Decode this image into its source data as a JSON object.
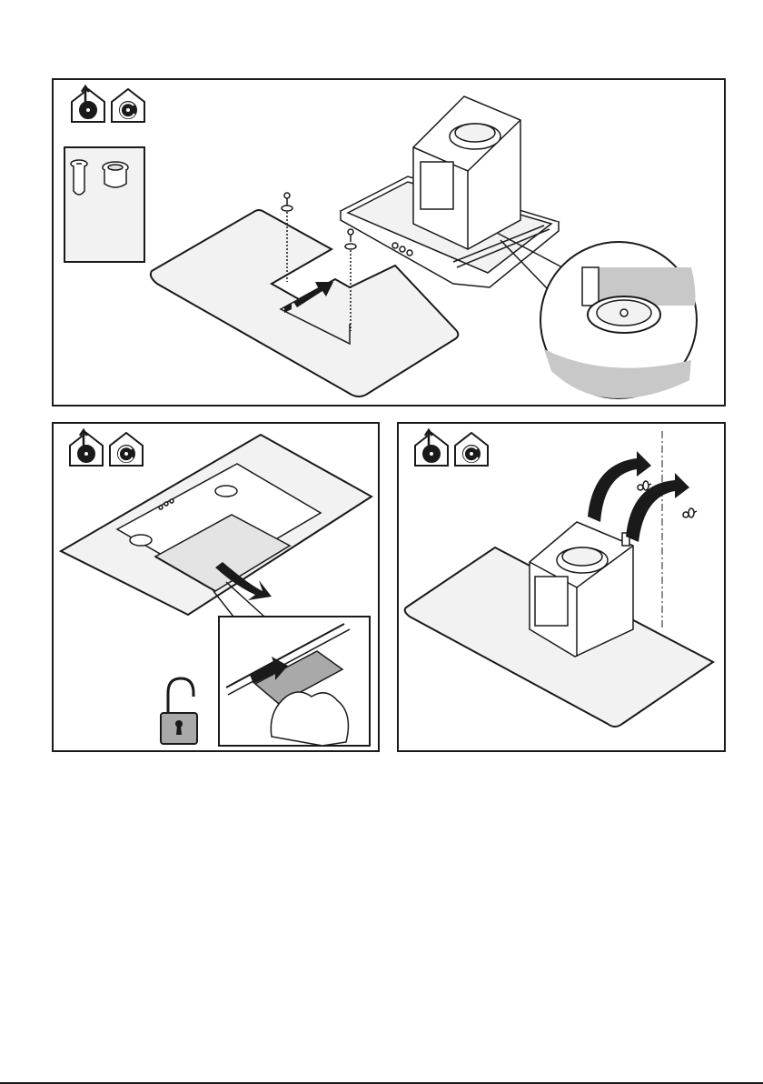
{
  "colors": {
    "line": "#1a1a1a",
    "panel_fill": "#f2f2f2",
    "shade": "#c8c8c8",
    "shade_light": "#e4e4e4",
    "lock_fill": "#a9a9a9",
    "white": "#ffffff"
  },
  "panels": [
    {
      "id": "step-1-mount-ceiling-panel",
      "icons": [
        "ducted-extraction-house-icon",
        "recirculation-house-icon"
      ],
      "parts_box_icons": [
        "screw-icon",
        "plastic-bushing-icon"
      ],
      "action_icons": [
        "push-arrow-icon",
        "zoom-detail-icon"
      ]
    },
    {
      "id": "step-2-remove-grease-filter",
      "icons": [
        "ducted-extraction-house-icon",
        "recirculation-house-icon"
      ],
      "action_icons": [
        "open-arrow-icon",
        "unlock-padlock-icon",
        "filter-release-latch-detail-icon"
      ]
    },
    {
      "id": "step-3-fix-motor-to-wall",
      "icons": [
        "ducted-extraction-house-icon",
        "recirculation-house-icon"
      ],
      "action_icons": [
        "rotate-arrow-icon",
        "wall-screw-icon"
      ]
    }
  ]
}
